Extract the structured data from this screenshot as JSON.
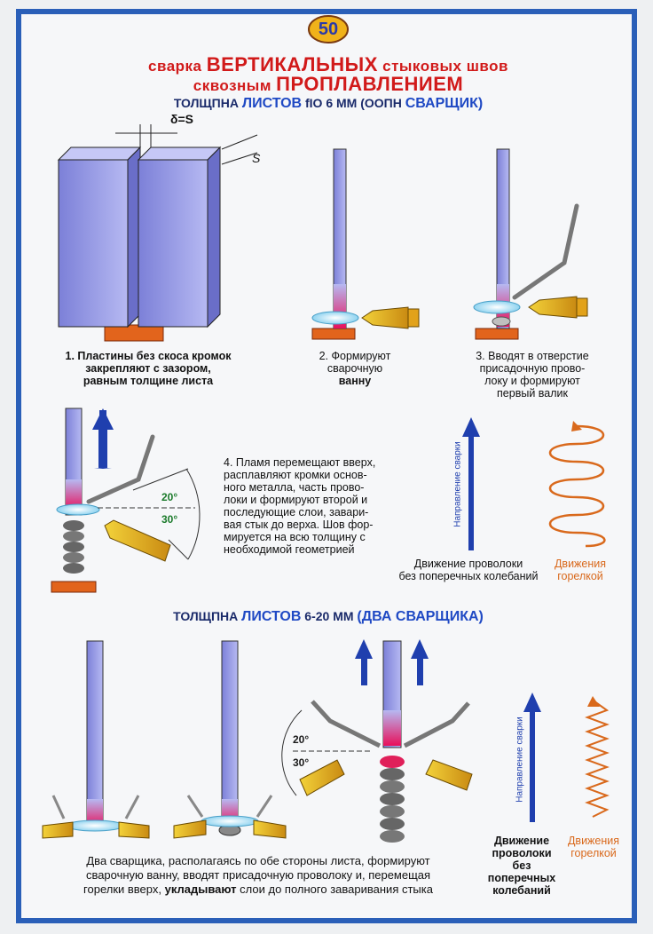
{
  "badge": "50",
  "title": {
    "line1_small": "сварка",
    "line1_big": "ВЕРТИКАЛЬНЫХ",
    "line1_end": "стыковых швов",
    "line2_small": "сквозным",
    "line2_big": "ПРОПЛАВЛЕНИЕМ"
  },
  "section1": {
    "prefix": "ТОЛЩПНА",
    "highlight": "ЛИСТОВ",
    "rest": "fIO 6 ММ (ООПН",
    "highlight2": "СВАРЩИК)"
  },
  "section2": {
    "prefix": "ТОЛЩПНА",
    "highlight": "ЛИСТОВ",
    "rest": "6-20 ММ",
    "highlight2": "(ДВА СВАРЩИКА)"
  },
  "gap_labels": {
    "delta": "δ=S",
    "s": "S"
  },
  "steps": [
    {
      "lines": [
        "1. Пластины без скоса кромок",
        "закрепляют с зазором,",
        "равным толщине листа"
      ]
    },
    {
      "lines": [
        "2. Формируют",
        "сварочную"
      ],
      "bold_line": "ванну"
    },
    {
      "lines": [
        "3. Вводят в отверстие",
        "присадочную прово-",
        "локу и формируют",
        "первый валик"
      ]
    },
    {
      "lines": [
        "4. Пламя перемещают вверх,",
        "расплавляют кромки основ-",
        "ного металла, часть прово-",
        "локи и формируют второй и",
        "последующие слои, завари-",
        "вая стык до верха. Шов фор-",
        "мируется на всю толщину с",
        "необходимой геометрией"
      ]
    }
  ],
  "angles": {
    "a1": "20°",
    "a2": "30°"
  },
  "vertical_label": "Направление сварки",
  "wire_motion": [
    "Движение проволоки",
    "без поперечных колебаний"
  ],
  "torch_motion": [
    "Движения",
    "горелкой"
  ],
  "bottom_text": {
    "line1": "Два сварщика, располагаясь по обе стороны листа, формируют",
    "line2": "сварочную ванну, вводят присадочную проволоку и, перемещая",
    "line3_before": "горелки вверх,",
    "line3_bold": "укладывают",
    "line3_after": "слои до полного заваривания стыка"
  },
  "wire_motion2": [
    "Движение",
    "проволоки",
    "без",
    "поперечных",
    "колебаний"
  ],
  "colors": {
    "frame": "#2a5fb8",
    "title_red": "#d11a1a",
    "arrow_blue": "#1f3fae",
    "plate": "#8f93e0",
    "orange": "#d9691c"
  }
}
